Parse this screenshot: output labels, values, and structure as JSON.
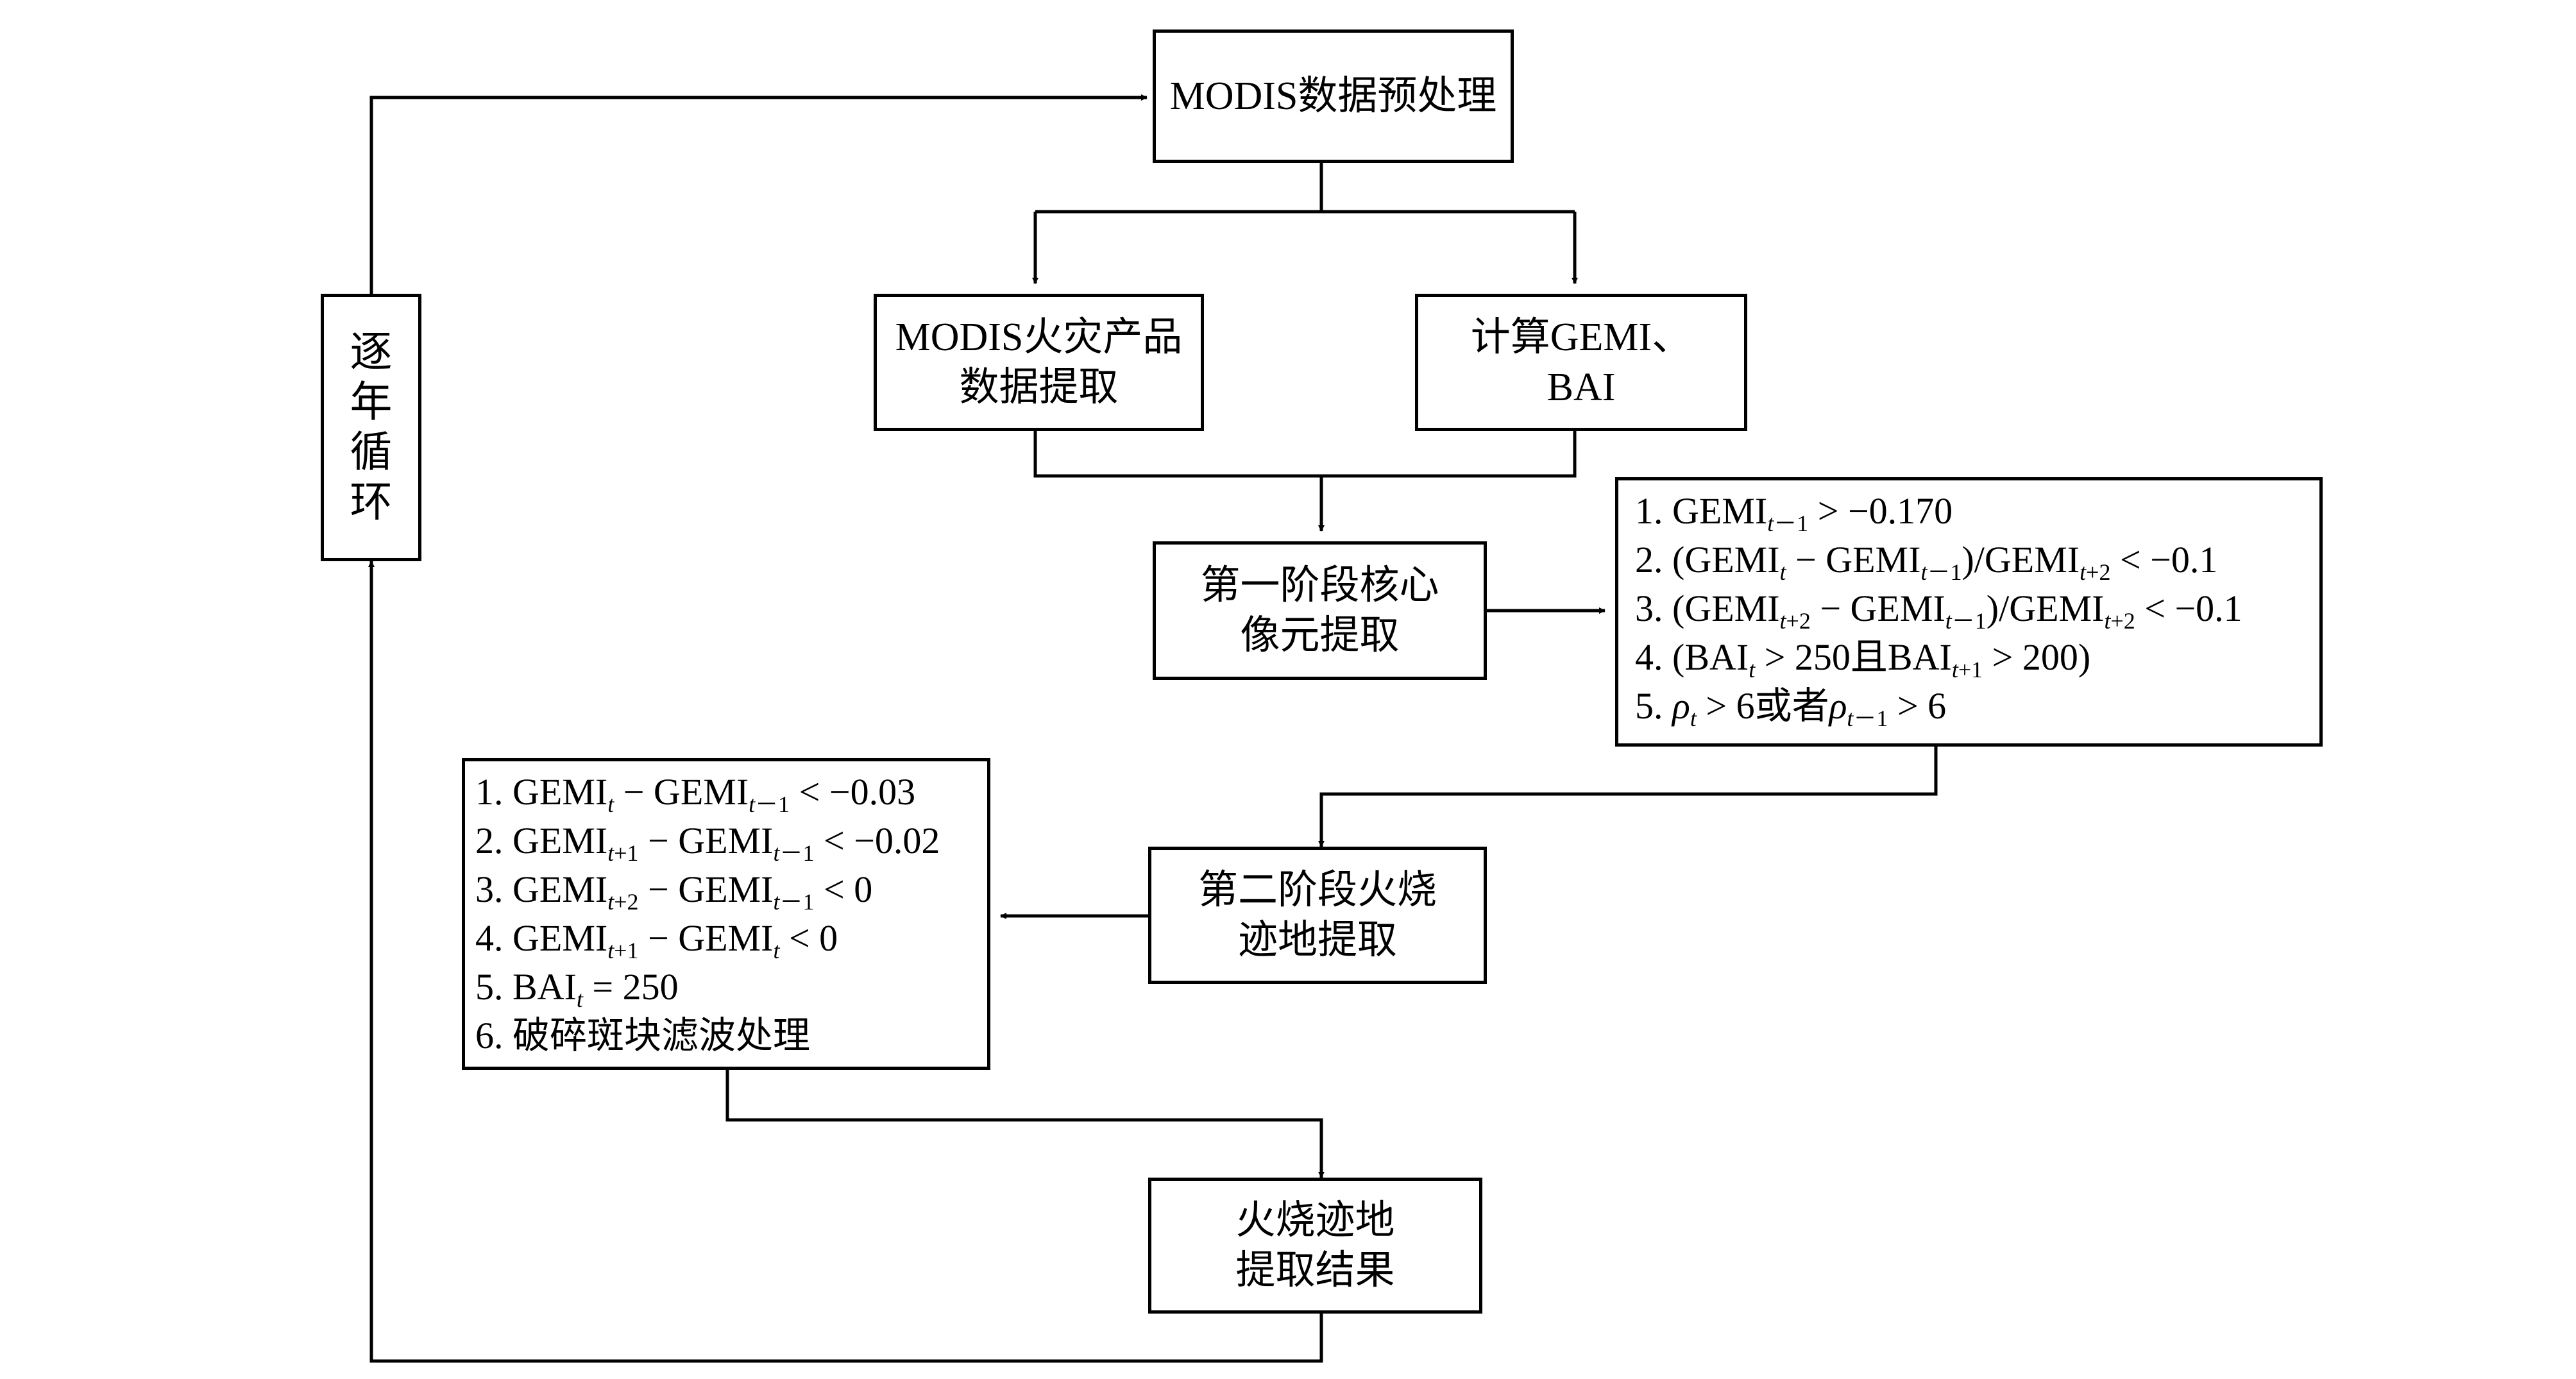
{
  "diagram": {
    "nodes": {
      "preprocess": {
        "text": "MODIS数据预处理"
      },
      "fire_extract": {
        "line1": "MODIS火灾产品",
        "line2": "数据提取"
      },
      "calc": {
        "line1": "计算GEMI、",
        "line2": "BAI"
      },
      "stage1": {
        "line1": "第一阶段核心",
        "line2": "像元提取"
      },
      "stage2": {
        "line1": "第二阶段火烧",
        "line2": "迹地提取"
      },
      "result": {
        "line1": "火烧迹地",
        "line2": "提取结果"
      },
      "loop": {
        "chars": [
          "逐",
          "年",
          "循",
          "环"
        ]
      }
    },
    "stage1_conditions": [
      "1. GEMIt－1 > −0.170",
      "2. (GEMIt − GEMIt－1)/GEMIt+2 < −0.1",
      "3. (GEMIt+2 − GEMIt－1)/GEMIt+2 < −0.1",
      "4. (BAIt > 250且BAIt+1 > 200)",
      "5. ρt > 6或者ρt－1 > 6"
    ],
    "stage2_conditions": [
      "1. GEMIt − GEMIt－1 < −0.03",
      "2. GEMIt+1 − GEMIt－1 < −0.02",
      "3. GEMIt+2 −  GEMIt－1 < 0",
      "4. GEMIt+1 −  GEMIt < 0",
      "5. BAIt = 250",
      "6. 破碎斑块滤波处理"
    ],
    "edges": [
      {
        "from": "preprocess",
        "to": "fire_extract"
      },
      {
        "from": "preprocess",
        "to": "calc"
      },
      {
        "from": "fire_extract",
        "to": "stage1"
      },
      {
        "from": "calc",
        "to": "stage1"
      },
      {
        "from": "stage1",
        "to": "stage1_conditions"
      },
      {
        "from": "stage1_conditions",
        "to": "stage2"
      },
      {
        "from": "stage2",
        "to": "stage2_conditions"
      },
      {
        "from": "stage2_conditions",
        "to": "result"
      },
      {
        "from": "result",
        "to": "loop"
      },
      {
        "from": "loop",
        "to": "preprocess"
      }
    ]
  }
}
